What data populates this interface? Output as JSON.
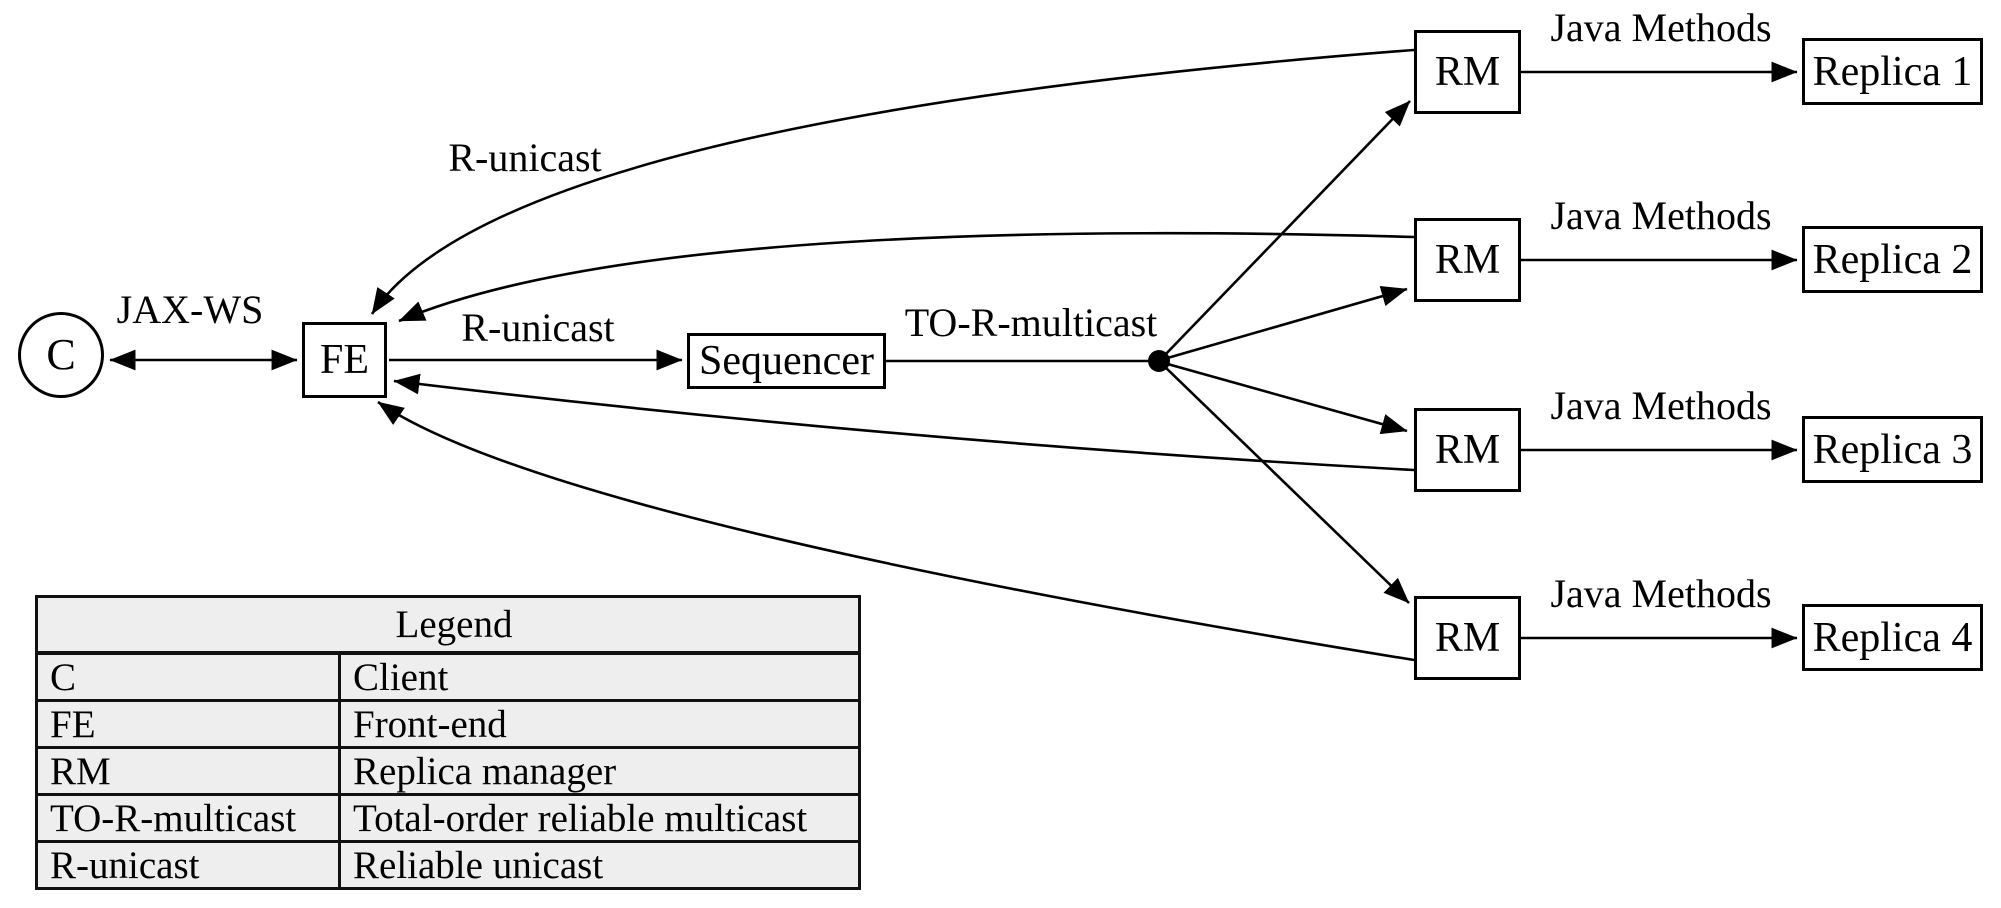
{
  "diagram": {
    "client": {
      "label": "C"
    },
    "frontend": {
      "label": "FE"
    },
    "sequencer": {
      "label": "Sequencer"
    },
    "rms": [
      {
        "label": "RM"
      },
      {
        "label": "RM"
      },
      {
        "label": "RM"
      },
      {
        "label": "RM"
      }
    ],
    "replicas": [
      {
        "label": "Replica 1"
      },
      {
        "label": "Replica 2"
      },
      {
        "label": "Replica 3"
      },
      {
        "label": "Replica 4"
      }
    ],
    "edge_labels": {
      "jaxws": "JAX-WS",
      "r_unicast_return": "R-unicast",
      "r_unicast_fe_sequencer": "R-unicast",
      "to_r_multicast": "TO-R-multicast",
      "java_methods": "Java Methods"
    }
  },
  "legend": {
    "title": "Legend",
    "rows": [
      {
        "term": "C",
        "definition": "Client"
      },
      {
        "term": "FE",
        "definition": "Front-end"
      },
      {
        "term": "RM",
        "definition": "Replica manager"
      },
      {
        "term": "TO-R-multicast",
        "definition": "Total-order reliable multicast"
      },
      {
        "term": "R-unicast",
        "definition": "Reliable unicast"
      }
    ]
  },
  "colors": {
    "line": "#000000",
    "table_background": "#eeeeee",
    "page_background": "#ffffff"
  }
}
